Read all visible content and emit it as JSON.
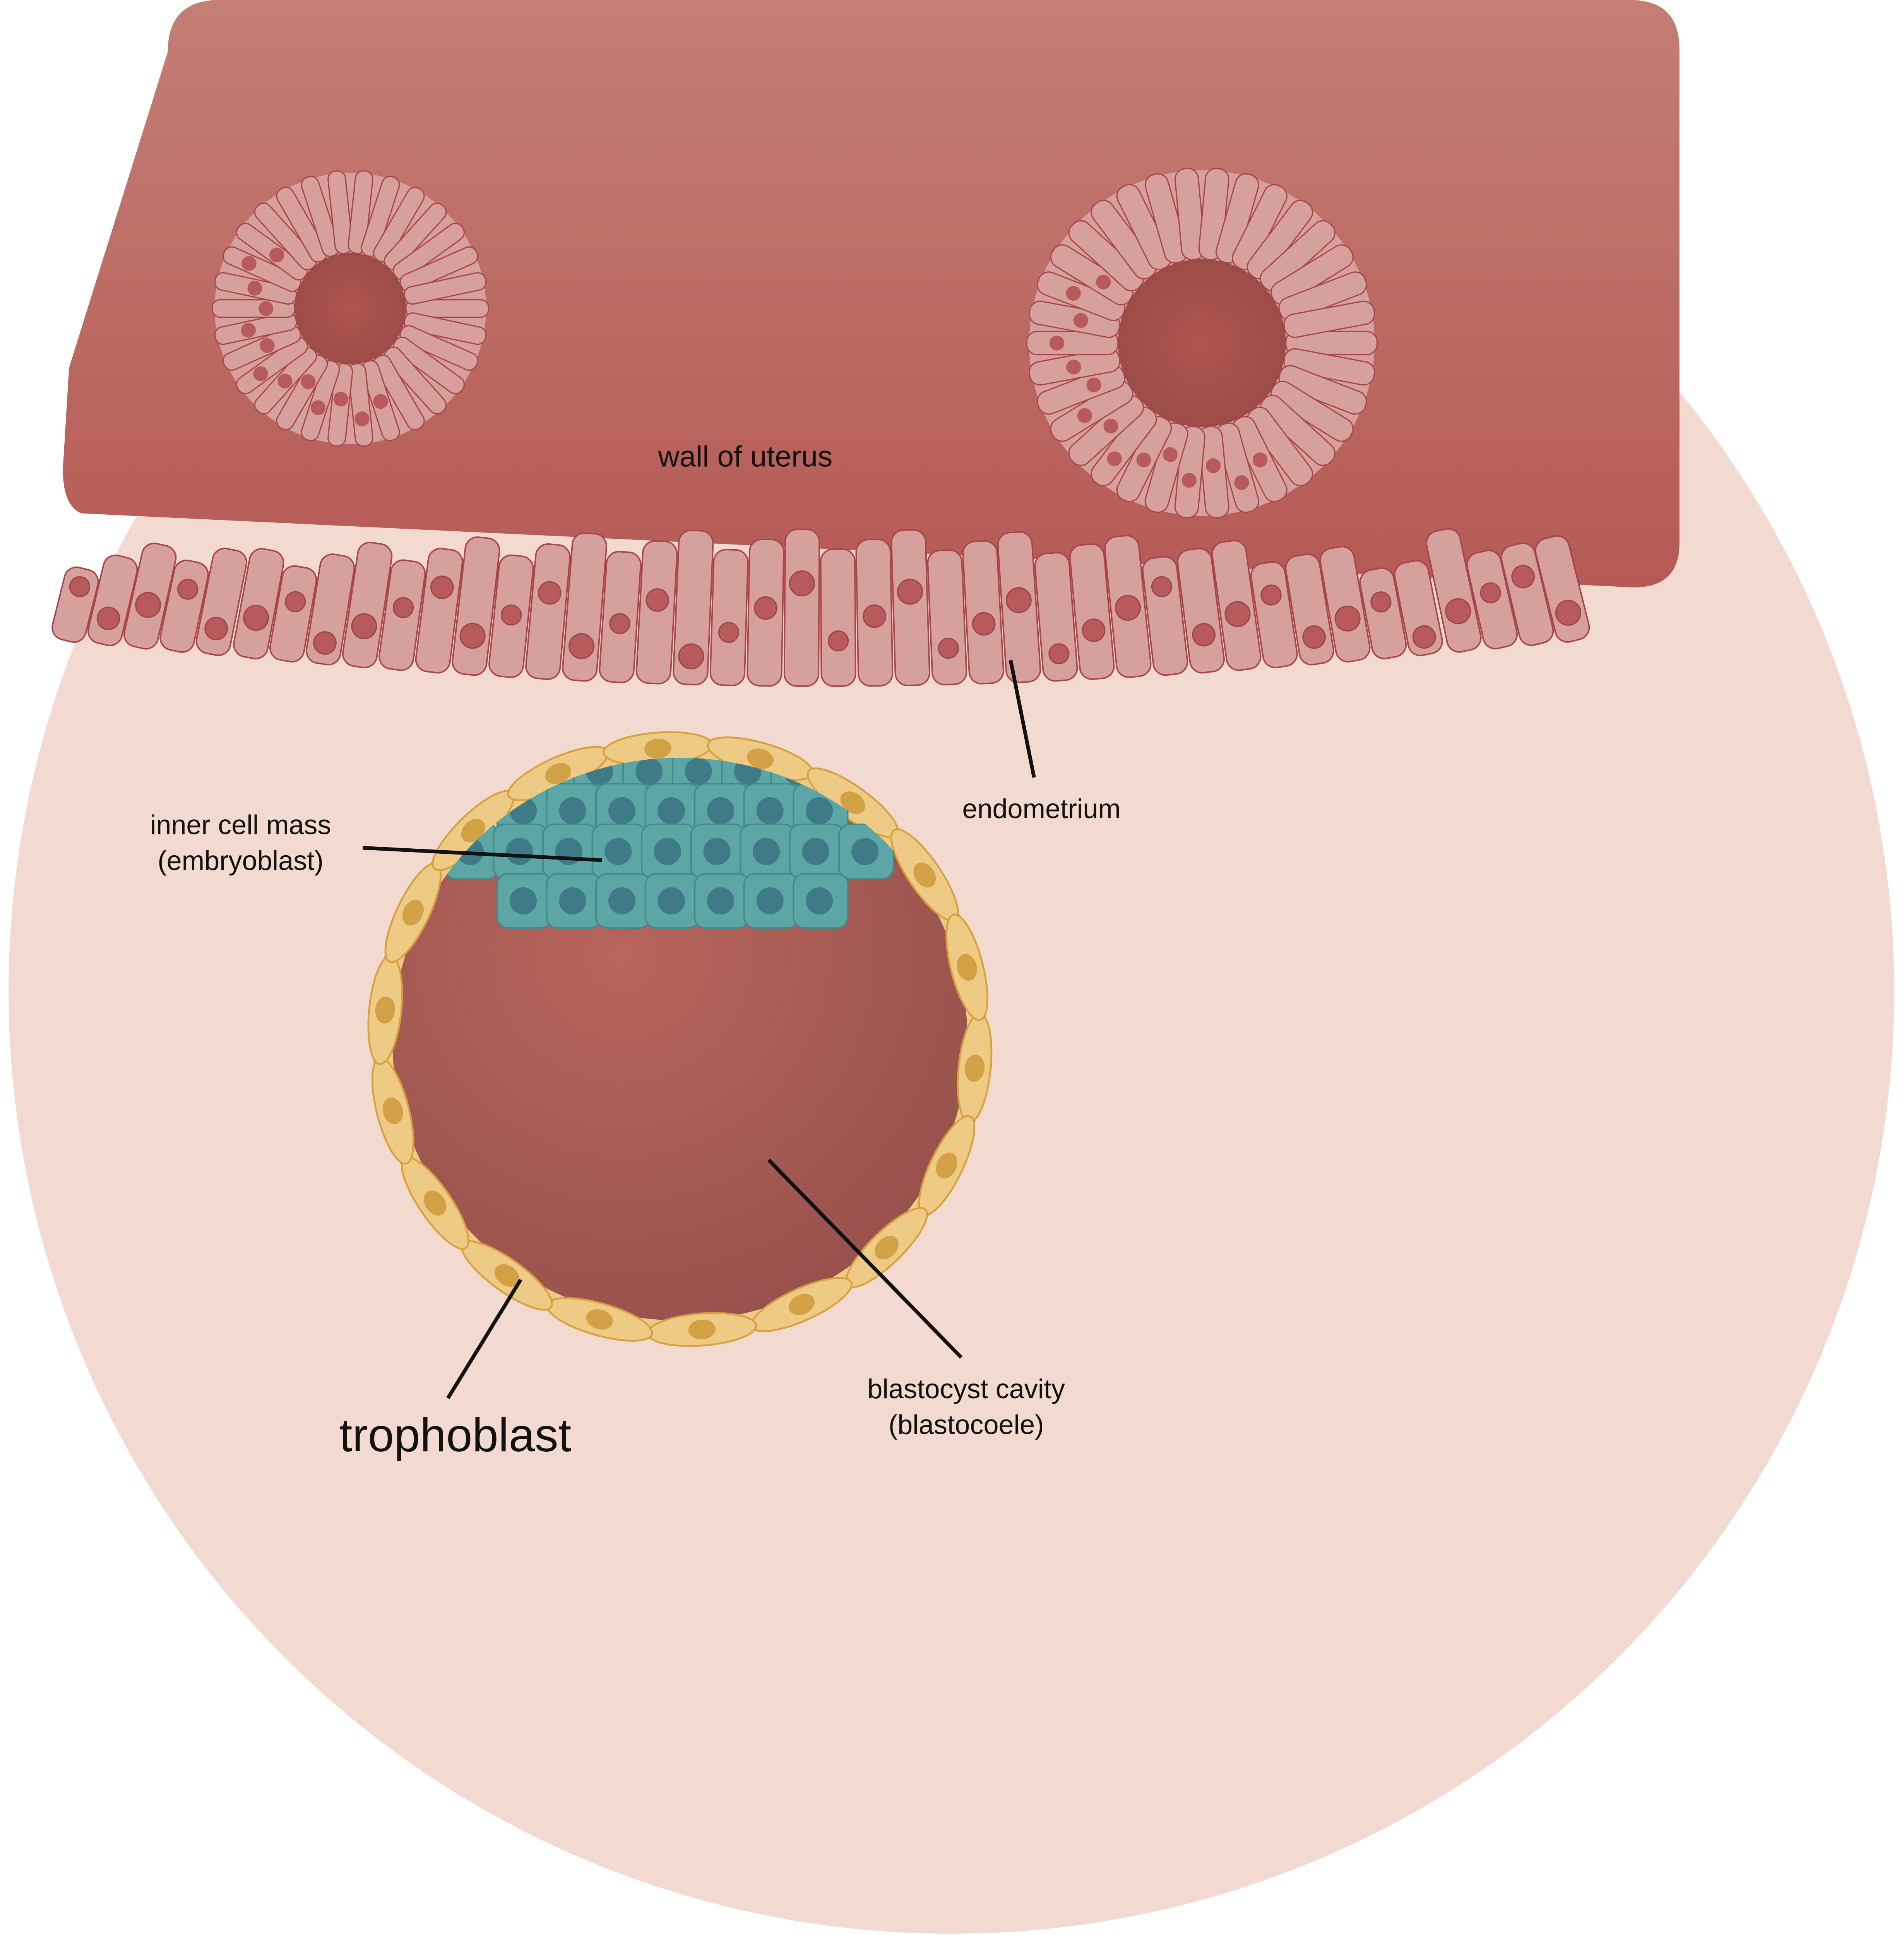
{
  "labels": {
    "wall": "wall of uterus",
    "endometrium": "endometrium",
    "icm_line1": "inner cell mass",
    "icm_line2": "(embryoblast)",
    "trophoblast": "trophoblast",
    "cavity_line1": "blastocyst cavity",
    "cavity_line2": "(blastocoele)"
  },
  "colors": {
    "background_circle": "#f3dad1",
    "uterus_wall_top": "#c47e74",
    "uterus_wall_bottom": "#b55a54",
    "epithelial_cell": "#d6a09d",
    "cell_outline": "#a9444b",
    "nucleus": "#b85a5c",
    "trophoblast": "#eecb85",
    "trophoblast_outline": "#d9a040",
    "trophoblast_nucleus": "#d2a045",
    "inner_cell_mass": "#5ca6a6",
    "icm_nucleus": "#3f7a88",
    "cavity": "#b0605a"
  }
}
